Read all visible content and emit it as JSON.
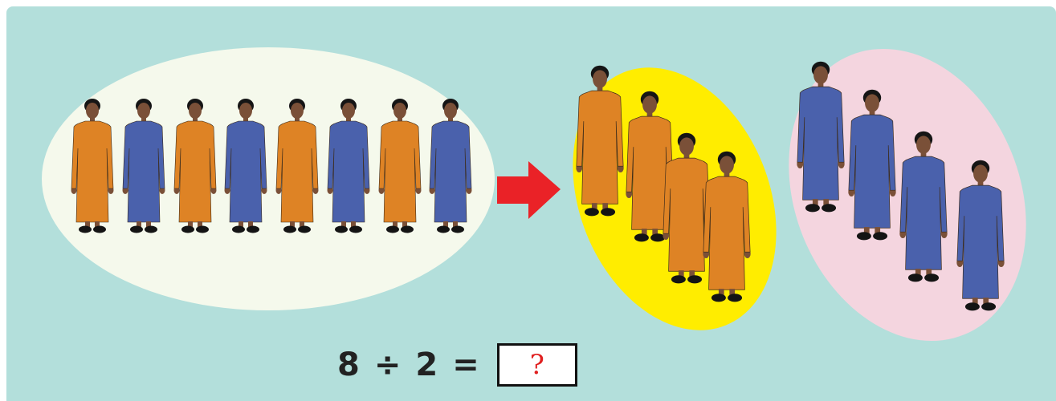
{
  "colors": {
    "background": "#b3dfdb",
    "left_group": "#f5f9ec",
    "middle_group": "#ffed00",
    "right_group": "#f4d5df",
    "arrow": "#ea2227",
    "orange_dress": "#de8325",
    "blue_dress": "#4a61ac",
    "answer_mark": "#e02020"
  },
  "groups": {
    "before": {
      "dresses": [
        "orange",
        "blue",
        "orange",
        "blue",
        "orange",
        "blue",
        "orange",
        "blue"
      ]
    },
    "after_orange": {
      "dresses": [
        "orange",
        "orange",
        "orange",
        "orange"
      ]
    },
    "after_blue": {
      "dresses": [
        "blue",
        "blue",
        "blue",
        "blue"
      ]
    }
  },
  "equation": {
    "dividend": "8",
    "operator": "÷",
    "divisor": "2",
    "equals": "=",
    "answer": "?"
  }
}
